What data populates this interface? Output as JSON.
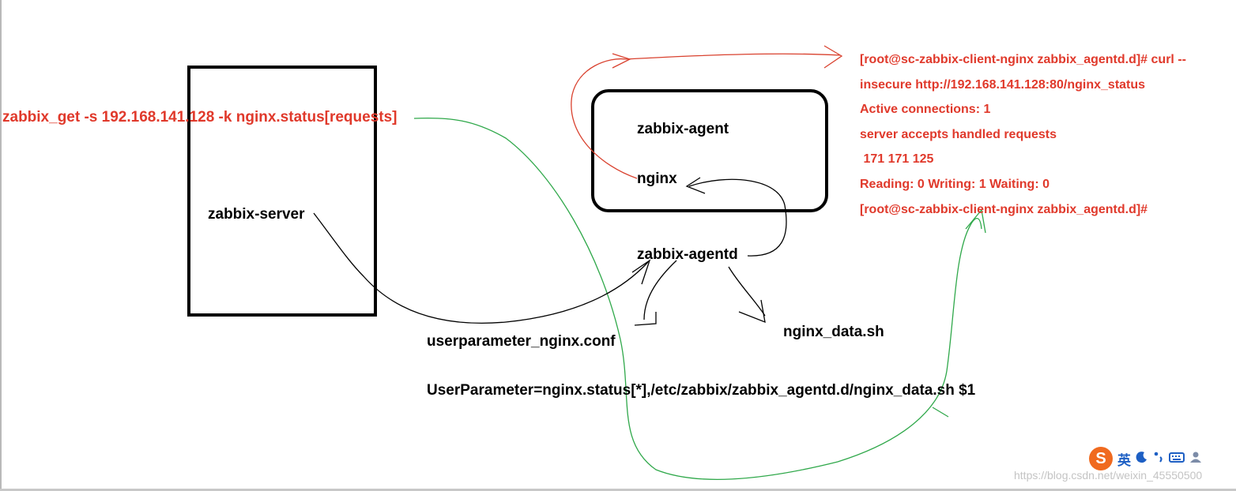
{
  "diagram": {
    "server_label": "zabbix-server",
    "agent_label": "zabbix-agent",
    "nginx_label": "nginx",
    "agentd_label": "zabbix-agentd",
    "conf_label": "userparameter_nginx.conf",
    "script_label": "nginx_data.sh",
    "userparameter_line": "UserParameter=nginx.status[*],/etc/zabbix/zabbix_agentd.d/nginx_data.sh $1",
    "command": "zabbix_get -s 192.168.141.128 -k nginx.status[requests]"
  },
  "terminal_lines": [
    "[root@sc-zabbix-client-nginx zabbix_agentd.d]# curl --",
    "insecure http://192.168.141.128:80/nginx_status",
    "Active connections: 1",
    "server accepts handled requests",
    " 171 171 125",
    "Reading: 0 Writing: 1 Waiting: 0",
    "[root@sc-zabbix-client-nginx zabbix_agentd.d]#"
  ],
  "ime_bar": {
    "logo": "S",
    "lang": "英",
    "icons": [
      "moon-icon",
      "punctuation-icon",
      "keyboard-icon",
      "user-icon"
    ]
  },
  "watermark": "https://blog.csdn.net/weixin_45550500",
  "colors": {
    "red_text": "#e0392b",
    "red_arrow": "#d9412e",
    "green_arrow": "#2fa84a",
    "black_arrow": "#000000",
    "ime_orange": "#f06a1f",
    "ime_blue": "#1d5fc4"
  }
}
